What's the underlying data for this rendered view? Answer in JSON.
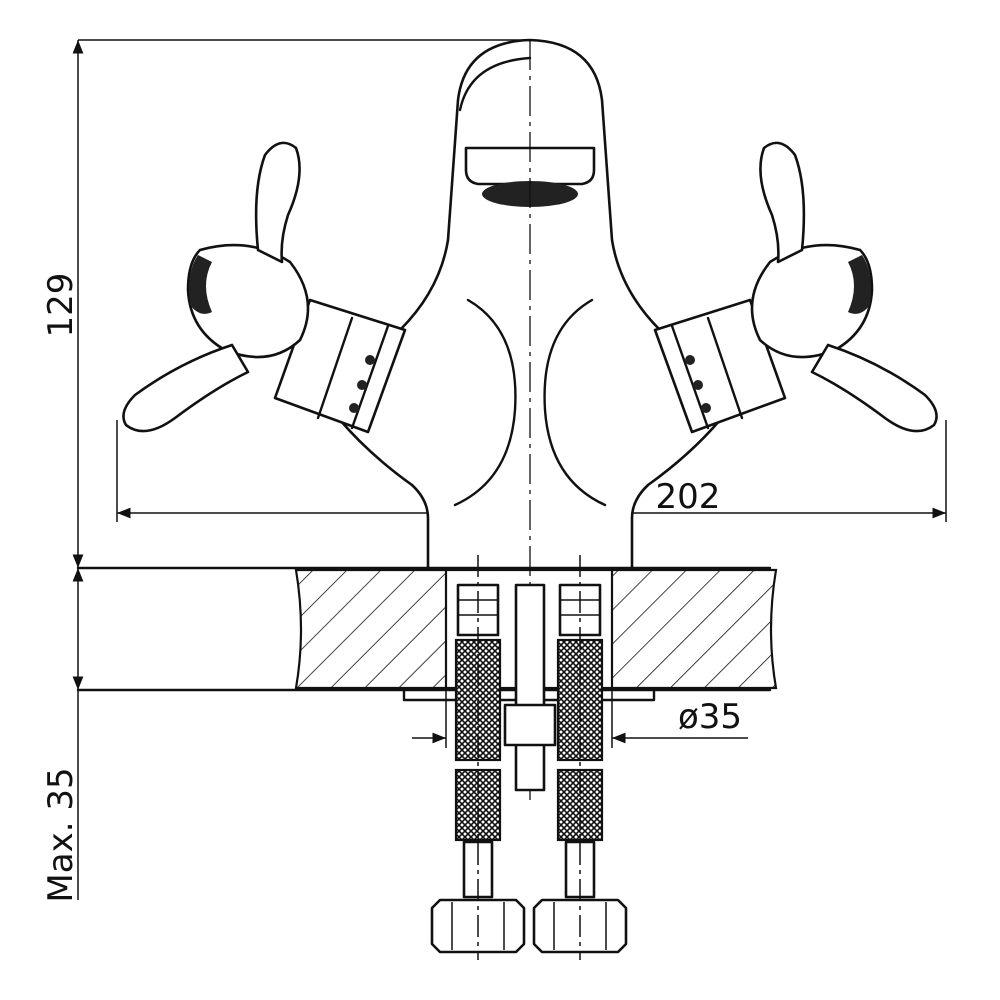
{
  "dimensions": {
    "height": "129",
    "width": "202",
    "diameter": "ø35",
    "max_thickness": "Max. 35"
  }
}
